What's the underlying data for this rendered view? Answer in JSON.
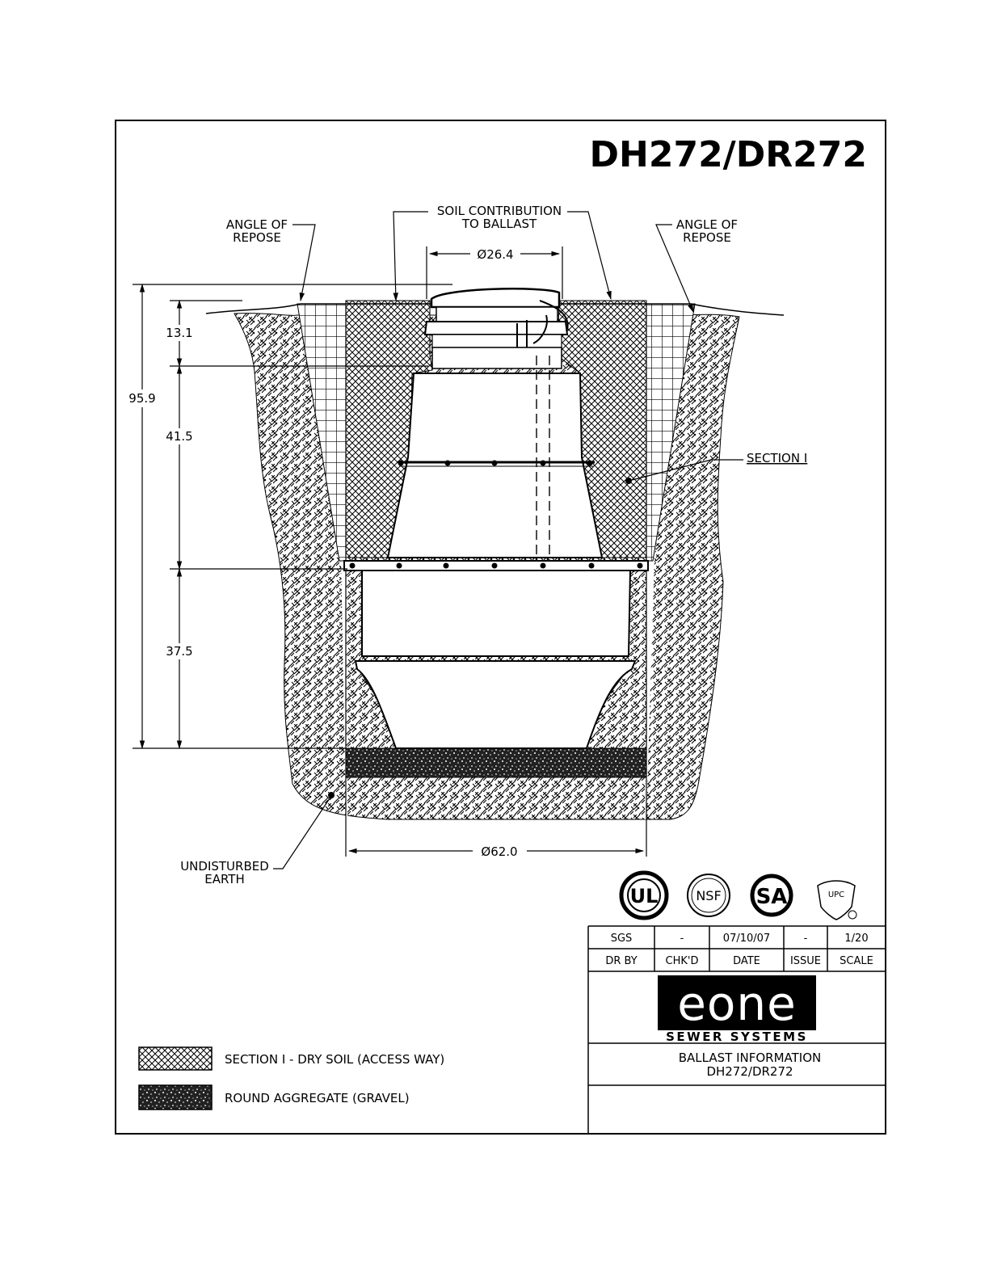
{
  "drawing_title": "DH272/DR272",
  "labels": {
    "angle_of_repose_left": [
      "ANGLE OF",
      "REPOSE"
    ],
    "angle_of_repose_right": [
      "ANGLE OF",
      "REPOSE"
    ],
    "soil_contribution": [
      "SOIL CONTRIBUTION",
      "TO BALLAST"
    ],
    "section_i": "SECTION I",
    "undisturbed_earth": [
      "UNDISTURBED",
      "EARTH"
    ]
  },
  "dimensions": {
    "top_diameter": "Ø26.4",
    "bottom_diameter": "Ø62.0",
    "overall_height": "95.9",
    "segment_top": "13.1",
    "segment_middle": "41.5",
    "segment_bottom": "37.5"
  },
  "legend": [
    {
      "label": "SECTION I - DRY SOIL (ACCESS WAY)",
      "pattern": "crosshatch"
    },
    {
      "label": "ROUND AGGREGATE (GRAVEL)",
      "pattern": "gravel"
    }
  ],
  "certifications": [
    {
      "name": "UL",
      "icon": "ul-logo-icon"
    },
    {
      "name": "NSF",
      "icon": "nsf-logo-icon"
    },
    {
      "name": "SA",
      "icon": "csa-logo-icon"
    },
    {
      "name": "UPC",
      "icon": "upc-logo-icon"
    }
  ],
  "title_block": {
    "values": [
      "SGS",
      "-",
      "07/10/07",
      "-",
      "1/20"
    ],
    "headers": [
      "DR BY",
      "CHK'D",
      "DATE",
      "ISSUE",
      "SCALE"
    ],
    "logo_text": "eone",
    "logo_subtitle": "SEWER SYSTEMS",
    "description": [
      "BALLAST INFORMATION",
      "DH272/DR272"
    ]
  }
}
